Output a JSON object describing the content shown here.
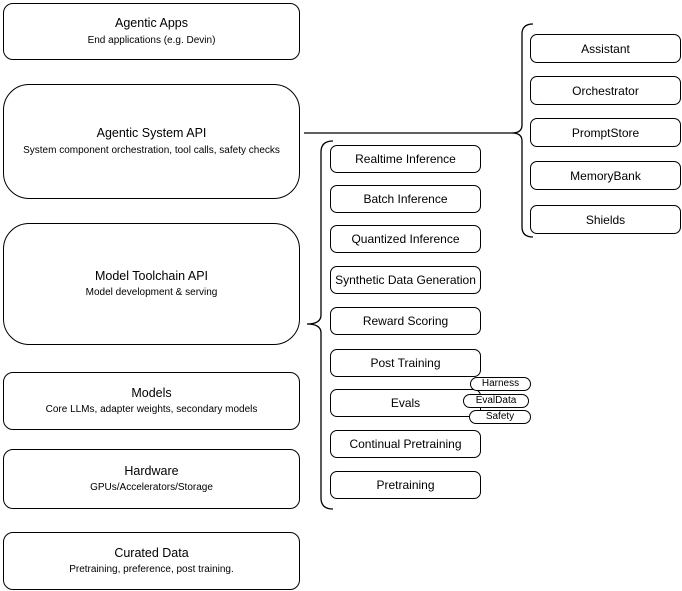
{
  "diagram": {
    "stack": [
      {
        "title": "Agentic Apps",
        "subtitle": "End applications (e.g. Devin)"
      },
      {
        "title": "Agentic System API",
        "subtitle": "System component orchestration, tool calls, safety checks"
      },
      {
        "title": "Model Toolchain API",
        "subtitle": "Model development & serving"
      },
      {
        "title": "Models",
        "subtitle": "Core LLMs, adapter weights, secondary models"
      },
      {
        "title": "Hardware",
        "subtitle": "GPUs/Accelerators/Storage"
      },
      {
        "title": "Curated Data",
        "subtitle": "Pretraining, preference, post training."
      }
    ],
    "toolchain_services": [
      "Realtime Inference",
      "Batch Inference",
      "Quantized Inference",
      "Synthetic Data Generation",
      "Reward Scoring",
      "Post Training",
      "Evals",
      "Continual Pretraining",
      "Pretraining"
    ],
    "evals_tags": [
      "Harness",
      "EvalData",
      "Safety"
    ],
    "system_components": [
      "Assistant",
      "Orchestrator",
      "PromptStore",
      "MemoryBank",
      "Shields"
    ],
    "colors": {
      "stroke": "#000000",
      "background": "#ffffff",
      "text": "#000000"
    }
  }
}
